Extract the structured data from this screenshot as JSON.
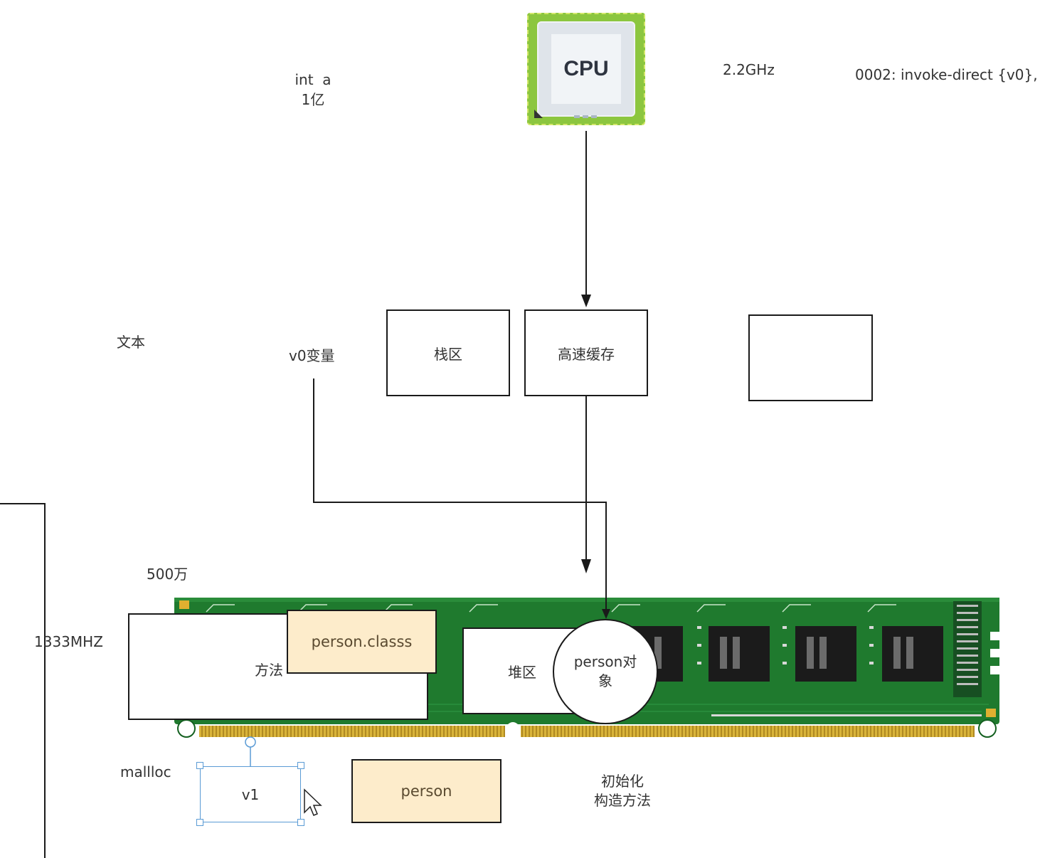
{
  "cpu": {
    "label": "CPU",
    "freq": "2.2GHz"
  },
  "labels": {
    "int_a_line1": "int  a",
    "int_a_line2": "1亿",
    "wenben": "文本",
    "v0": "v0变量",
    "wan500": "500万",
    "mhz": "1333MHZ",
    "malloc": "mallloc",
    "init_line1": "初始化",
    "init_line2": "构造方法",
    "bytecode": "0002: invoke-direct {v0},"
  },
  "boxes": {
    "stack": "栈区",
    "cache": "高速缓存",
    "empty": "",
    "method": "方法",
    "heap": "堆区",
    "person_obj_line1": "person对",
    "person_obj_line2": "象",
    "person_class": "person.classs",
    "person": "person",
    "v1": "v1"
  },
  "colors": {
    "pcb": "#1f7a2e",
    "gold_pins": "#d9b43a",
    "cpu_outer": "#8cc63f",
    "beige": "#fdeccb"
  }
}
